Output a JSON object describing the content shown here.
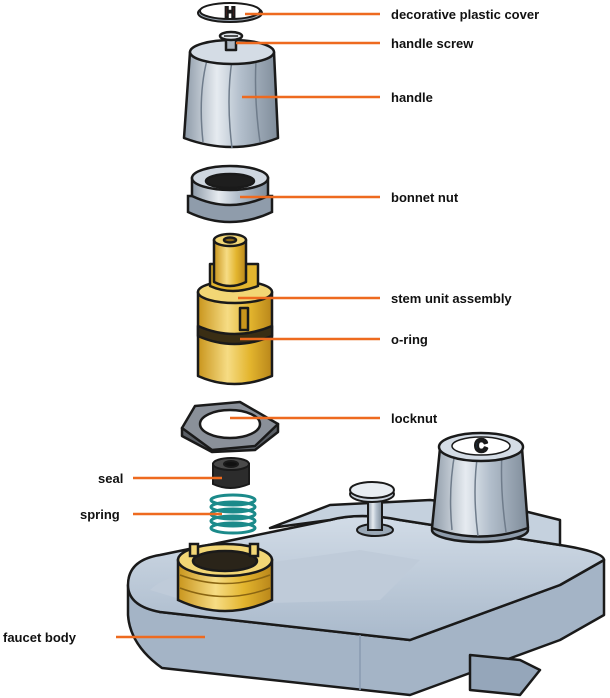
{
  "labels": {
    "decorative_cover": "decorative plastic cover",
    "handle_screw": "handle screw",
    "handle": "handle",
    "bonnet_nut": "bonnet nut",
    "stem_unit": "stem unit assembly",
    "o_ring": "o-ring",
    "locknut": "locknut",
    "seal": "seal",
    "spring": "spring",
    "faucet_body": "faucet body"
  },
  "cover_letters": {
    "hot": "H",
    "cold": "C"
  },
  "colors": {
    "leader_line": "#ee6a1f",
    "outline": "#1a1a1a",
    "body_fill": "#b4c3d4",
    "body_top": "#c9d5e2",
    "brass": "#e3b52e",
    "brass_light": "#f2d675",
    "chrome": "#a7b3c0",
    "hot_red": "#d7302a",
    "cold_blue": "#1f6fb8",
    "spring_teal": "#1b8a8a"
  }
}
